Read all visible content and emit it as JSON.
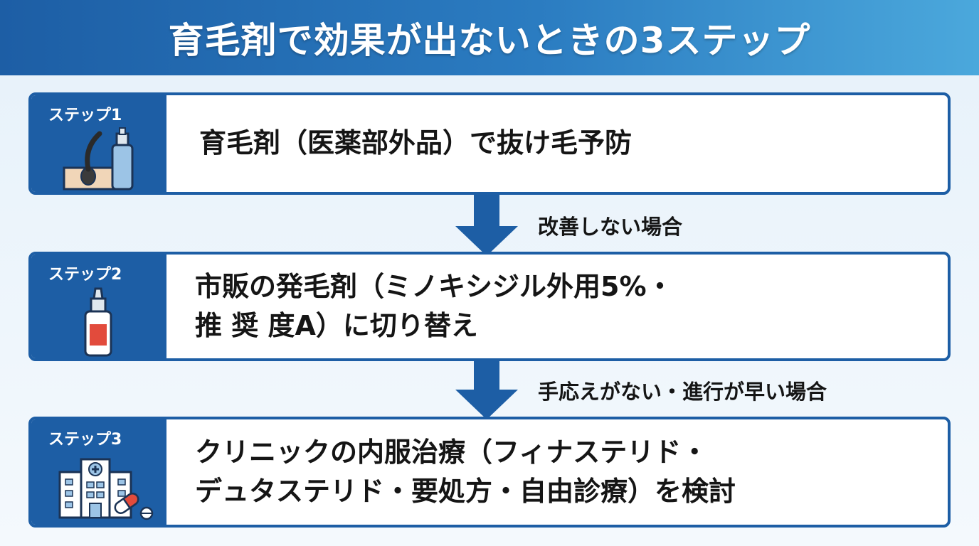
{
  "title": "育毛剤で効果が出ないときの3ステップ",
  "steps": [
    {
      "label": "ステップ1",
      "lines": [
        "育毛剤（医薬部外品）で抜け毛予防"
      ],
      "icon": "hair-tonic-icon"
    },
    {
      "label": "ステップ2",
      "lines": [
        "市販の発毛剤（ミノキシジル外用5%・",
        "推 奨 度A）に切り替え"
      ],
      "icon": "dropper-bottle-icon"
    },
    {
      "label": "ステップ3",
      "lines": [
        "クリニックの内服治療（フィナステリド・",
        "デュタステリド・要処方・自由診療）を検討"
      ],
      "icon": "hospital-icon"
    }
  ],
  "conditions": [
    "改善しない場合",
    "手応えがない・進行が早い場合"
  ],
  "colors": {
    "primary": "#1d5ea5",
    "header_light": "#4ba8dc",
    "background": "#e6f1fa"
  }
}
